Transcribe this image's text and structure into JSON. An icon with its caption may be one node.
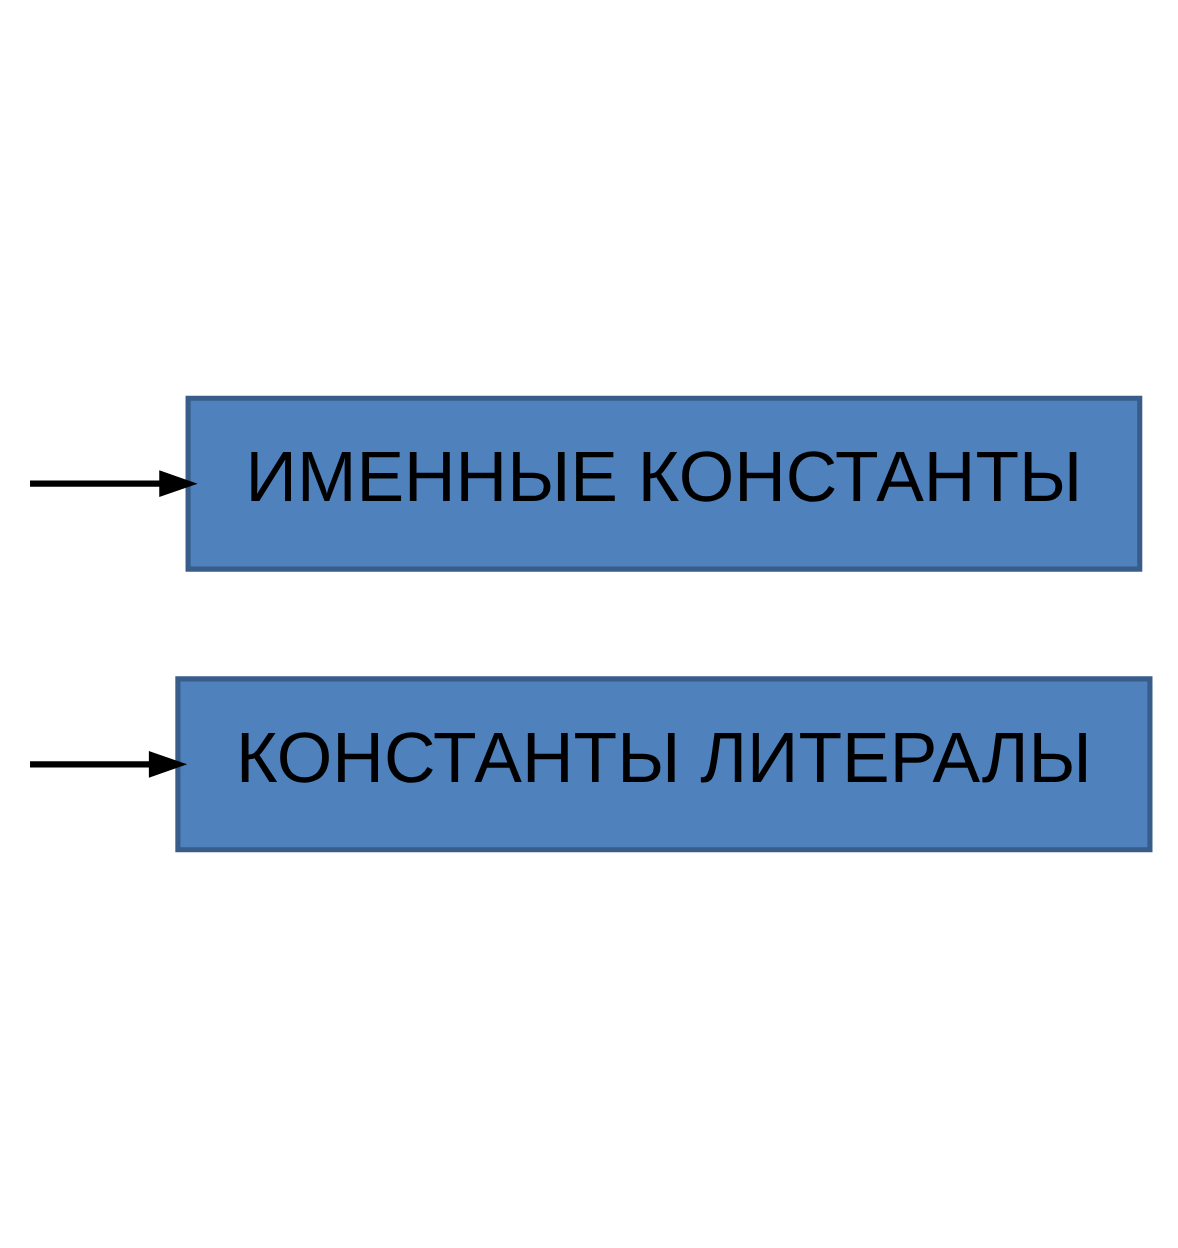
{
  "diagram": {
    "nodes": [
      {
        "text": [
          "КОНСТАНТЫ ЛИТЕРАЛЫ"
        ]
      },
      {
        "text": [
          "ИМЕННЫЕ КОНСТАНТЫ"
        ]
      }
    ],
    "edges": [
      {
        "from": null,
        "to": 0,
        "arrow": "to"
      },
      {
        "from": null,
        "to": 1,
        "arrow": "to"
      }
    ]
  }
}
